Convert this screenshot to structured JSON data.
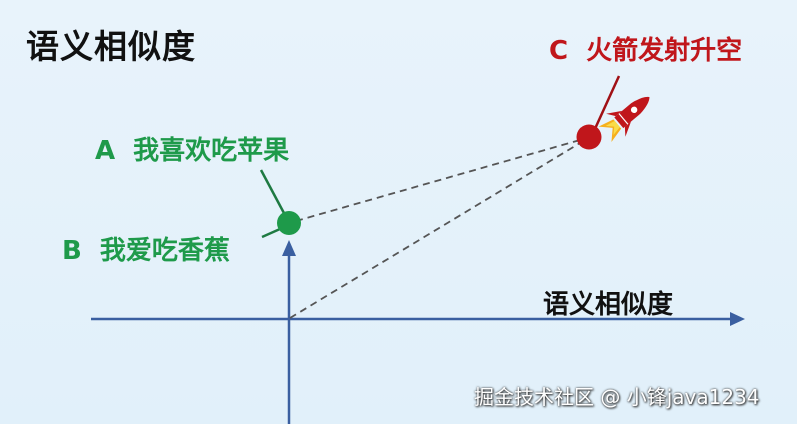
{
  "diagram": {
    "title": "语义相似度",
    "x_axis_label": "语义相似度",
    "points": [
      {
        "letter": "A",
        "text": "我喜欢吃苹果",
        "color": "#1e9a4a"
      },
      {
        "letter": "B",
        "text": "我爱吃香蕉",
        "color": "#1e9a4a"
      },
      {
        "letter": "C",
        "text": "火箭发射升空",
        "color": "#c0161b"
      }
    ],
    "icons": [
      "rocket-icon"
    ],
    "colors": {
      "background": "#e4f1fa",
      "axis": "#3a5fa0",
      "similar_point": "#1e9a4a",
      "dissimilar_point": "#c0161b",
      "dashed_line": "#555555"
    }
  },
  "watermark": "掘金技术社区 @ 小锋java1234"
}
